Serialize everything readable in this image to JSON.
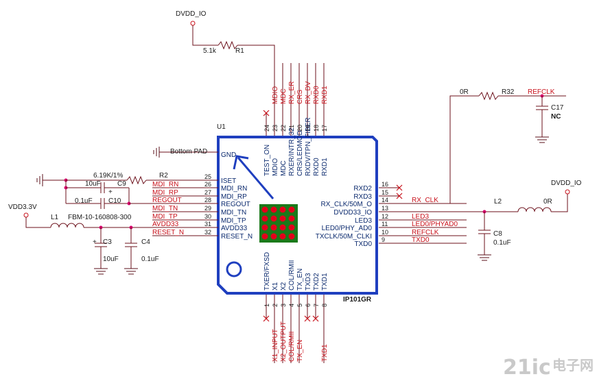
{
  "chip": {
    "ref": "U1",
    "part": "IP101GR",
    "gnd_label": "GND",
    "colors": {
      "body": "#1f3fbf",
      "pad": "#1a7a1a",
      "ball": "#e3001b",
      "pin_text": "#0b2a6e",
      "net_text": "#c8101a",
      "wire": "#6b0f1a"
    },
    "left_pins": [
      {
        "num": "25",
        "name": "ISET",
        "net": ""
      },
      {
        "num": "26",
        "name": "MDI_RN",
        "net": "MDI_RN"
      },
      {
        "num": "27",
        "name": "MDI_RP",
        "net": "MDI_RP"
      },
      {
        "num": "28",
        "name": "REGOUT",
        "net": "REGOUT"
      },
      {
        "num": "29",
        "name": "MDI_TN",
        "net": "MDI_TN"
      },
      {
        "num": "30",
        "name": "MDI_TP",
        "net": "MDI_TP"
      },
      {
        "num": "31",
        "name": "AVDD33",
        "net": "AVDD33"
      },
      {
        "num": "32",
        "name": "RESET_N",
        "net": "RESET_N"
      }
    ],
    "right_pins": [
      {
        "num": "16",
        "name": "RXD2",
        "net": ""
      },
      {
        "num": "15",
        "name": "RXD3",
        "net": ""
      },
      {
        "num": "14",
        "name": "RX_CLK/50M_O",
        "net": "RX_CLK"
      },
      {
        "num": "13",
        "name": "DVDD33_IO",
        "net": ""
      },
      {
        "num": "12",
        "name": "LED3",
        "net": "LED3"
      },
      {
        "num": "11",
        "name": "LED0/PHY_AD0",
        "net": "LED0/PHYAD0"
      },
      {
        "num": "10",
        "name": "TXCLK/50M_CLKI",
        "net": "REFCLK"
      },
      {
        "num": "9",
        "name": "TXD0",
        "net": "TXD0"
      }
    ],
    "top_pins": [
      {
        "num": "24",
        "name": "TEST_ON",
        "net": ""
      },
      {
        "num": "23",
        "name": "MDIO",
        "net": "MDIO"
      },
      {
        "num": "22",
        "name": "MDC",
        "net": "MDC"
      },
      {
        "num": "21",
        "name": "RXER/INTR_32",
        "net": "RX_ER"
      },
      {
        "num": "20",
        "name": "CRS/LEDMOD",
        "net": "CRS"
      },
      {
        "num": "19",
        "name": "RXDV/TPN_FIBER",
        "net": "RX_DV"
      },
      {
        "num": "18",
        "name": "RXD0",
        "net": "RXD0"
      },
      {
        "num": "17",
        "name": "RXD1",
        "net": "RXD1"
      }
    ],
    "bottom_pins": [
      {
        "num": "1",
        "name": "TXER/FXSD",
        "net": ""
      },
      {
        "num": "2",
        "name": "X1",
        "net": "X1_INPUT"
      },
      {
        "num": "3",
        "name": "X2",
        "net": "X2_OUTPUT"
      },
      {
        "num": "4",
        "name": "COL/RMII",
        "net": "COL/RMII"
      },
      {
        "num": "5",
        "name": "TX_EN",
        "net": "TX_EN"
      },
      {
        "num": "6",
        "name": "TXD3",
        "net": ""
      },
      {
        "num": "7",
        "name": "TXD2",
        "net": ""
      },
      {
        "num": "8",
        "name": "TXD1",
        "net": "TXD1"
      }
    ]
  },
  "labels": {
    "dvdd_io_top": "DVDD_IO",
    "dvdd_io_right": "DVDD_IO",
    "vdd33": "VDD3.3V",
    "bottom_pad": "Bottom PAD",
    "refclk_top": "REFCLK"
  },
  "components": {
    "r1": {
      "ref": "R1",
      "value": "5.1k"
    },
    "r2": {
      "ref": "R2",
      "value": "6.19K/1%"
    },
    "r32": {
      "ref": "R32",
      "value": "0R"
    },
    "l1": {
      "ref": "L1",
      "value": "FBM-10-160808-300"
    },
    "l2": {
      "ref": "L2",
      "value": "0R"
    },
    "c9": {
      "ref": "C9",
      "value": "10uF"
    },
    "c10": {
      "ref": "C10",
      "value": "0.1uF"
    },
    "c3": {
      "ref": "C3",
      "value": "10uF"
    },
    "c4": {
      "ref": "C4",
      "value": "0.1uF"
    },
    "c8": {
      "ref": "C8",
      "value": "0.1uF"
    },
    "c17": {
      "ref": "C17",
      "value": "NC"
    }
  },
  "watermark": {
    "prefix": "21ic",
    "suffix": "电子网"
  }
}
